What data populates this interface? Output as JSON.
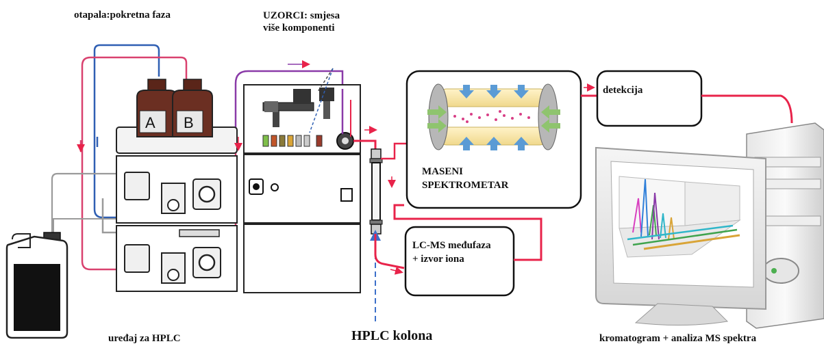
{
  "labels": {
    "solvents": "otapala:pokretna faza",
    "samples_line1": "UZORCI: smjesa",
    "samples_line2": "više komponenti",
    "hplc_device": "uređaj za HPLC",
    "hplc_column": "HPLC kolona",
    "chromatogram": "kromatogram + analiza MS spektra",
    "mass_spec_line1": "MASENI",
    "mass_spec_line2": "SPEKTROMETAR",
    "lcms_line1": "LC-MS međufaza",
    "lcms_line2": "+ izvor iona",
    "detection": "detekcija",
    "bottle_a": "A",
    "bottle_b": "B"
  },
  "colors": {
    "tube_red": "#e8234a",
    "tube_pink": "#d9416f",
    "tube_blue": "#2f5fb3",
    "tube_purple": "#8a3aa8",
    "tube_gray": "#9a9a9a",
    "bottle": "#6b2f22",
    "column_arrow": "#3b6fc9",
    "outline": "#222222"
  }
}
